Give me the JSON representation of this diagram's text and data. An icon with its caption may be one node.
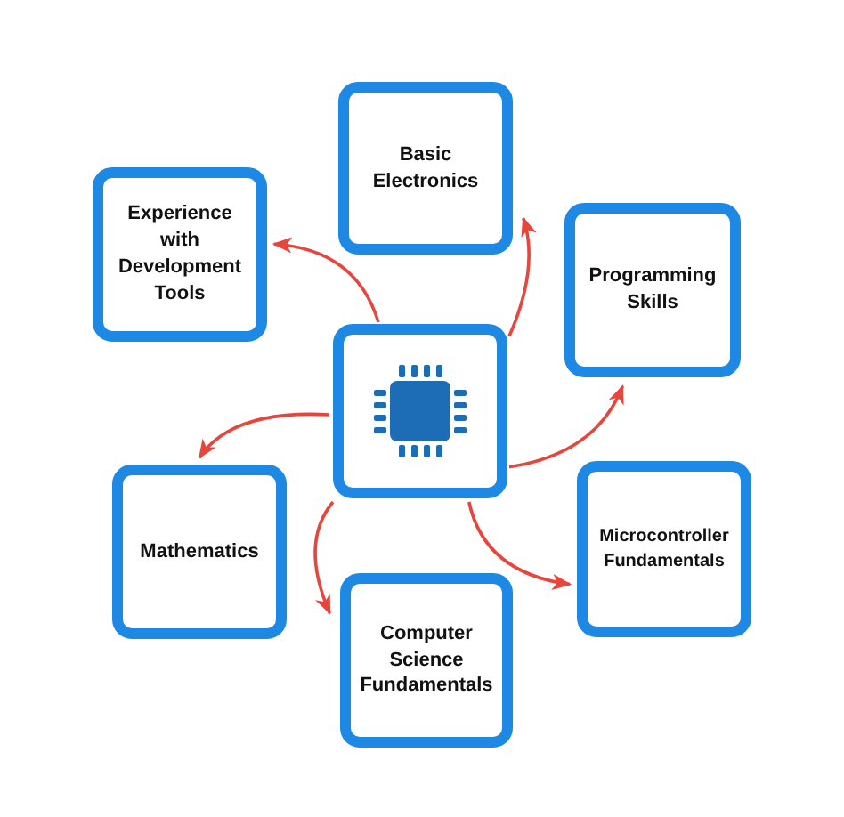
{
  "diagram": {
    "nodes": [
      {
        "text": [
          "Basic Electronics"
        ]
      },
      {
        "text": [
          "Experience with Development Tools"
        ]
      },
      {
        "text": [
          "Programming Skills"
        ]
      },
      {
        "text": [],
        "shape": "box"
      },
      {
        "text": [
          "Mathematics"
        ]
      },
      {
        "text": [
          "Microcontroller Fundamentals"
        ]
      },
      {
        "text": [
          "Computer Science Fundamentals"
        ]
      }
    ],
    "edges": [
      {
        "from": 3,
        "to": 0,
        "arrow": "to"
      },
      {
        "from": 3,
        "to": 1,
        "arrow": "to"
      },
      {
        "from": 3,
        "to": 2,
        "arrow": "to"
      },
      {
        "from": 3,
        "to": 4,
        "arrow": "to"
      },
      {
        "from": 3,
        "to": 5,
        "arrow": "to"
      },
      {
        "from": 3,
        "to": 6,
        "arrow": "to"
      }
    ]
  }
}
